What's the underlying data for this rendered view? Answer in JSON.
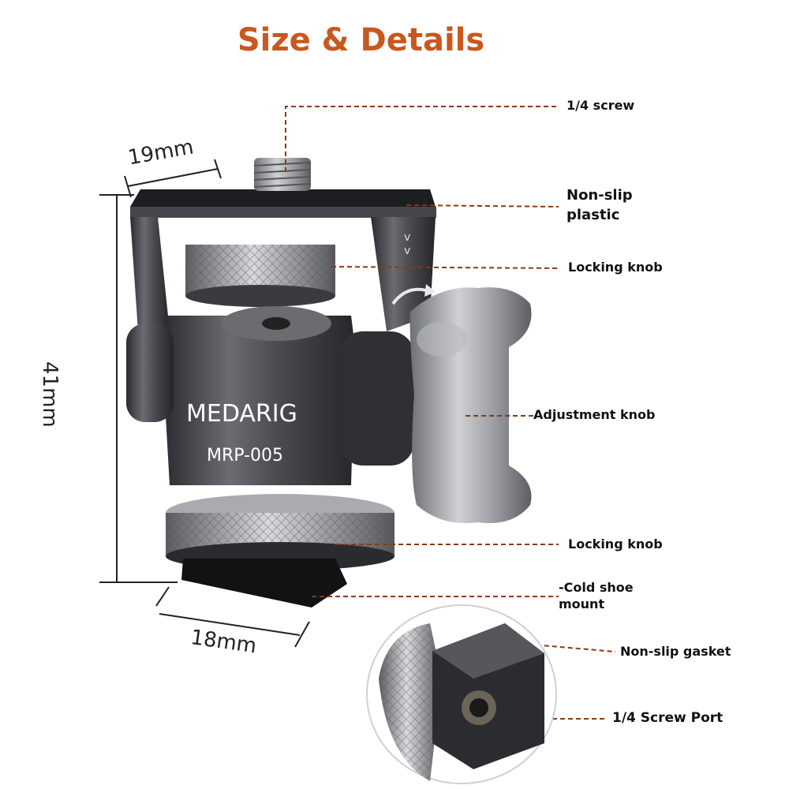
{
  "title": "Size & Details",
  "colors": {
    "title": "#c8581f",
    "leader": "#8a3a12",
    "body_dark": "#3c3d41",
    "body_light": "#8c8e93",
    "knob": "#a3a5aa"
  },
  "dimensions": {
    "top_width": "19mm",
    "height": "41mm",
    "bottom_width": "18mm"
  },
  "product": {
    "brand": "MEDARIG",
    "model": "MRP-005"
  },
  "callouts": {
    "screw": "1/4 screw",
    "nonslip_plastic": "Non-slip plastic",
    "nonslip_plastic_l1": "Non-slip",
    "nonslip_plastic_l2": "plastic",
    "locking_knob_top": "Locking knob",
    "adjustment_knob": "Adjustment knob",
    "locking_knob_bottom": "Locking knob",
    "cold_shoe_l1": "-Cold shoe",
    "cold_shoe_l2": "mount",
    "nonslip_gasket": "Non-slip gasket",
    "screw_port": "1/4 Screw Port"
  }
}
